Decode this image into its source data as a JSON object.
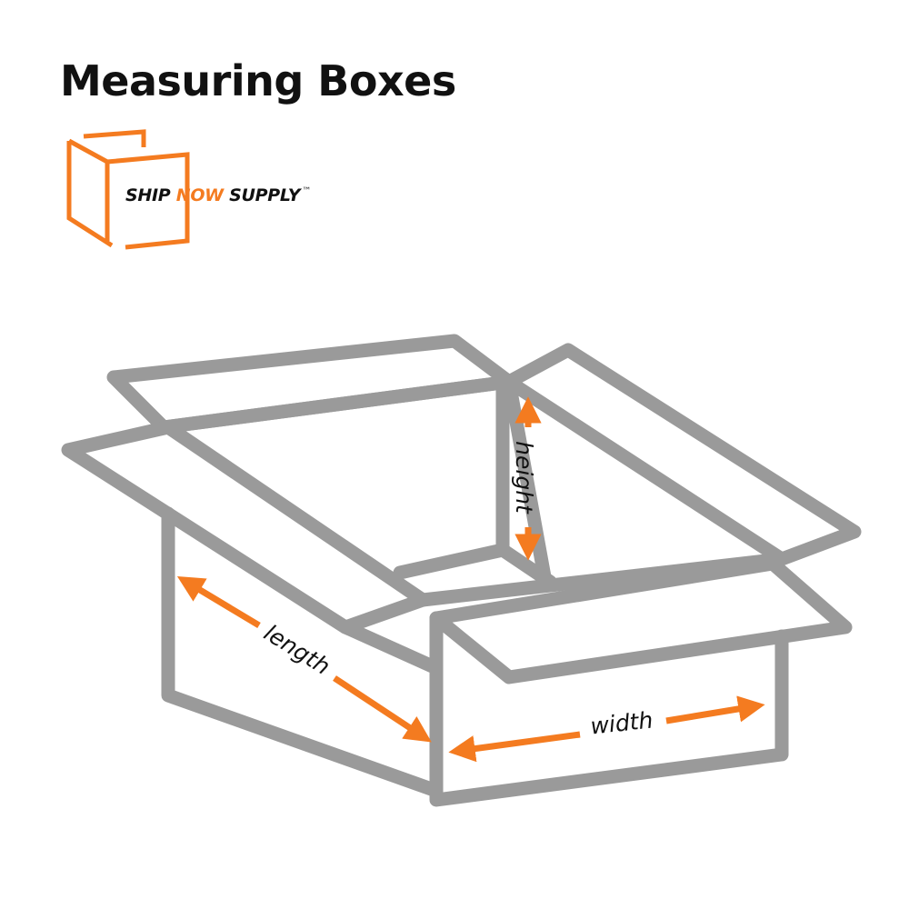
{
  "title": "Measuring Boxes",
  "logo": {
    "word1": "SHIP",
    "word2": "NOW",
    "word3": "SUPPLY",
    "trademark": "™"
  },
  "labels": {
    "length": "length",
    "width": "width",
    "height": "height"
  },
  "icons": {
    "logo": "open-box-logo-icon",
    "box": "open-cardboard-box-diagram",
    "arrows": "double-headed-arrow"
  },
  "colors": {
    "accent": "#f47b20",
    "box_outline": "#9a9a9a",
    "text": "#111111"
  }
}
